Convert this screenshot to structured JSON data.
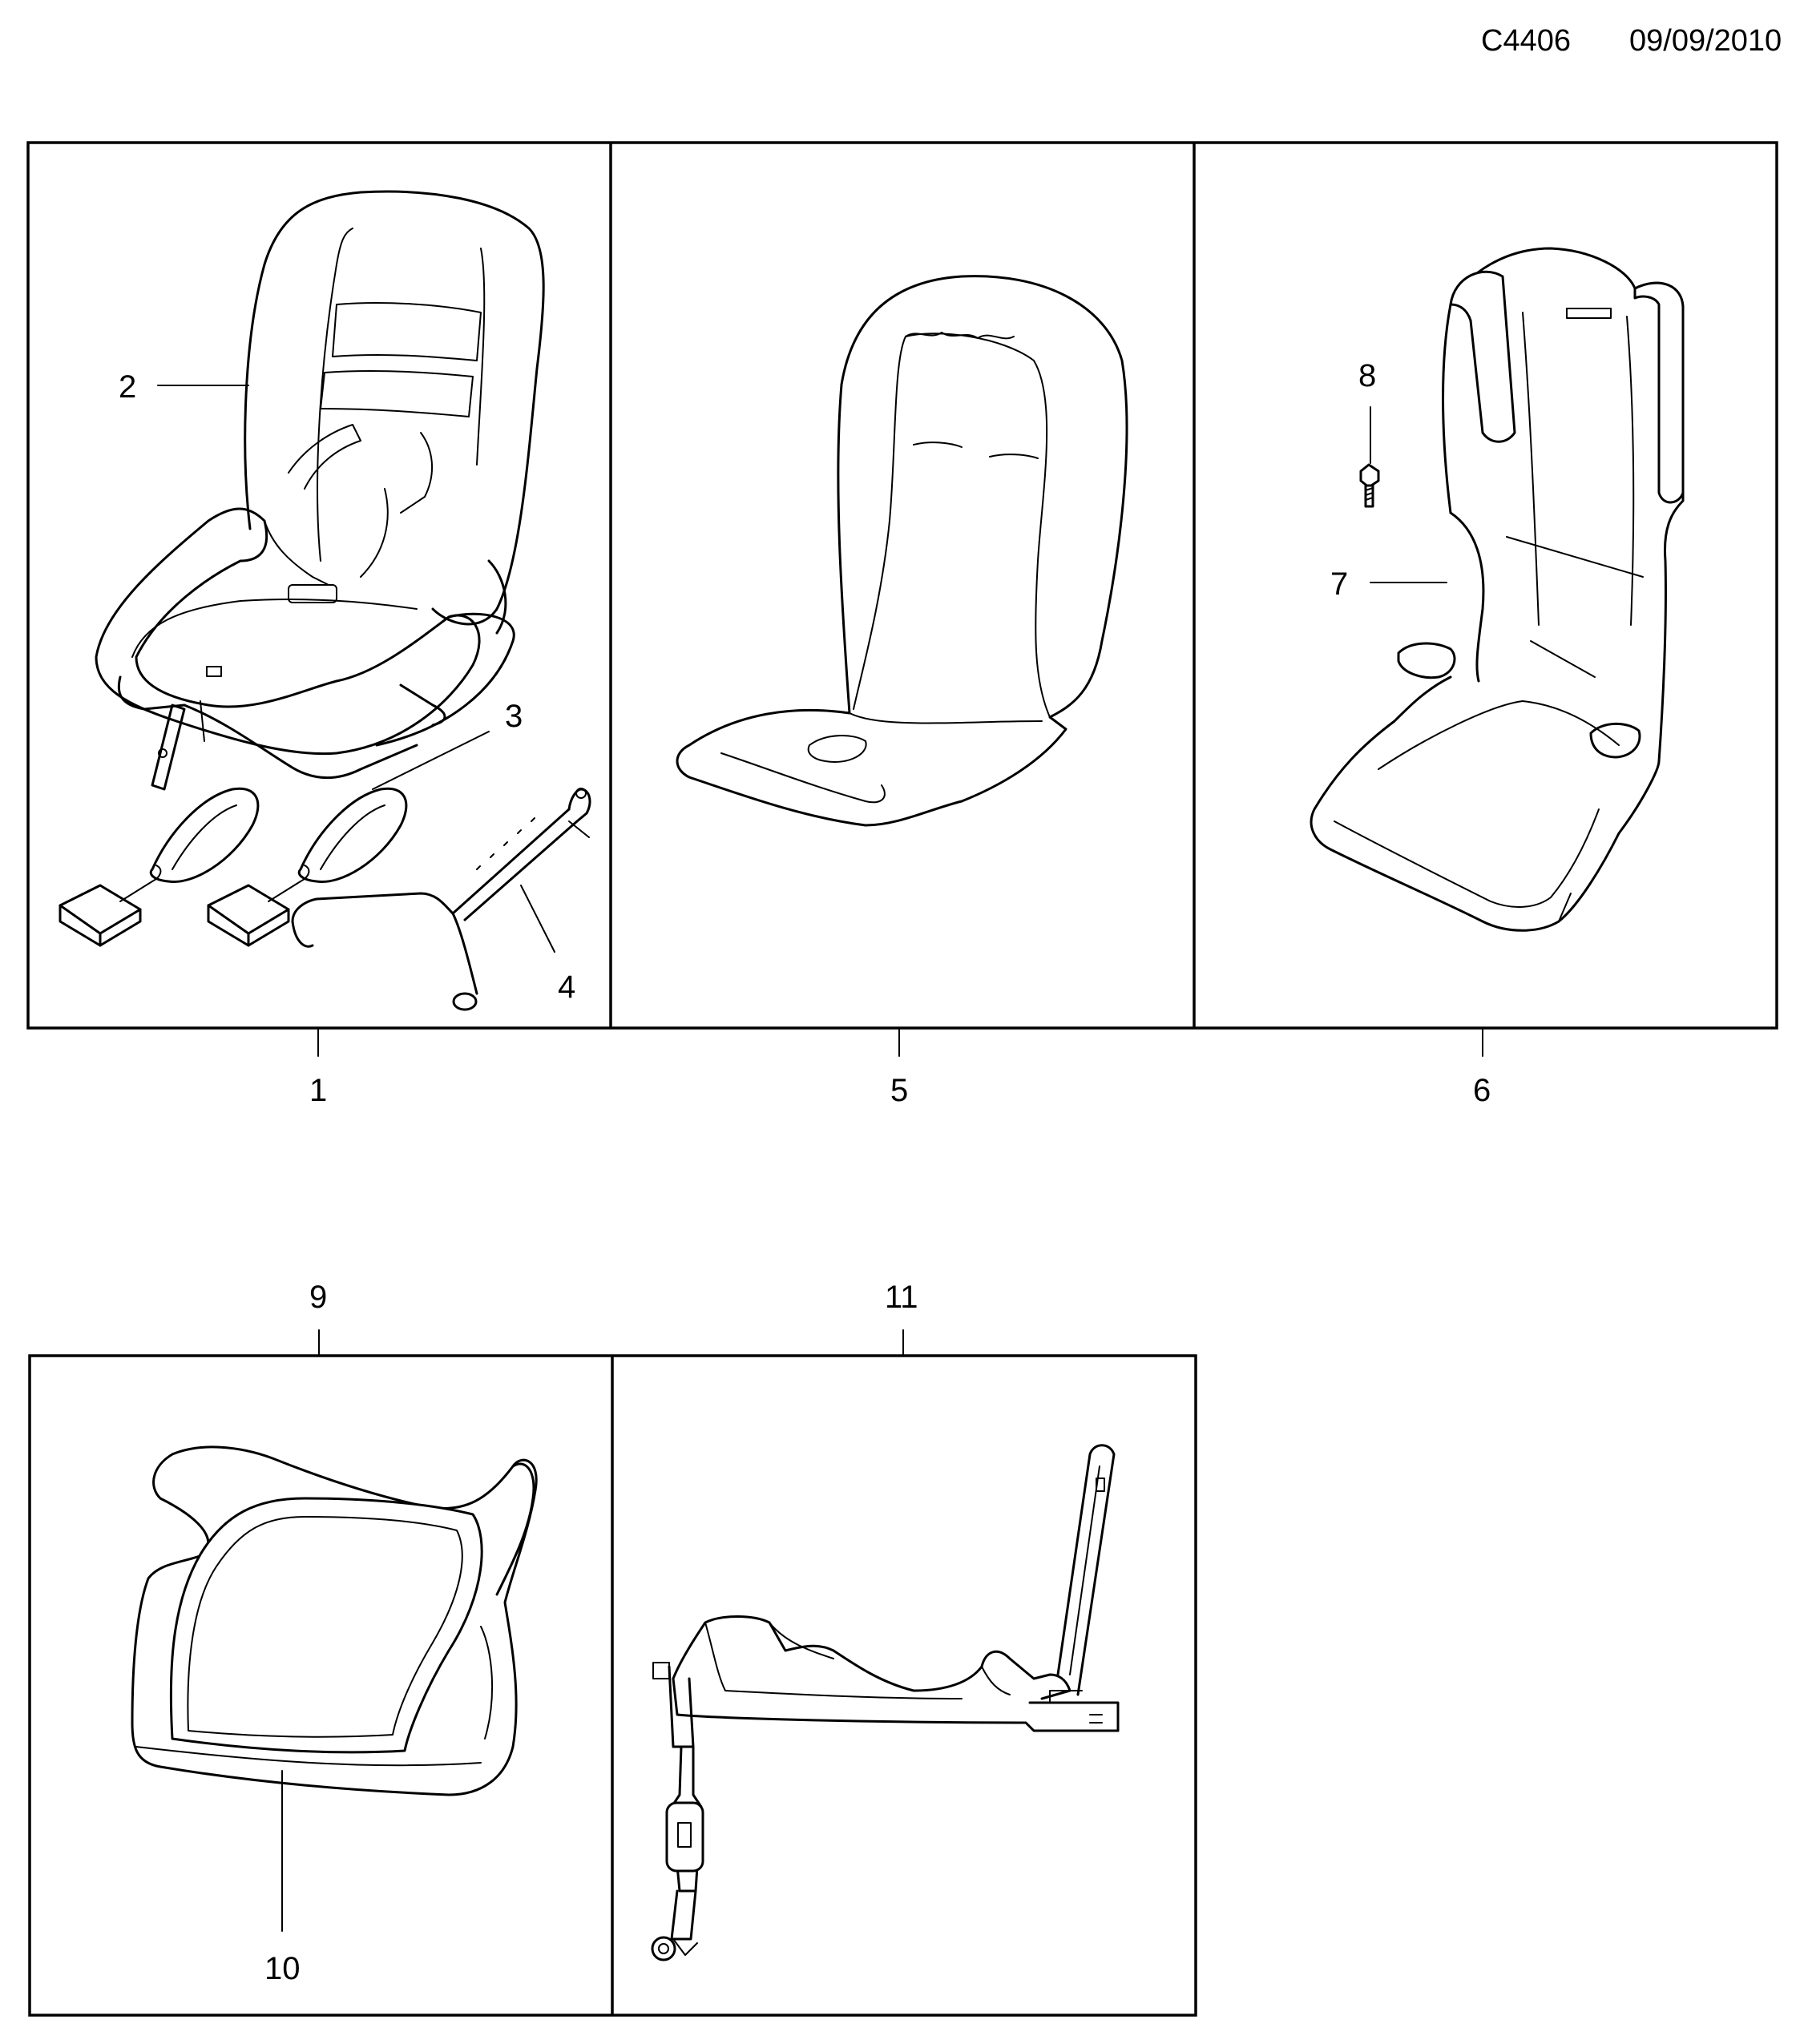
{
  "header": {
    "code": "C4406",
    "date": "09/09/2010"
  },
  "callouts": {
    "c1": "1",
    "c2": "2",
    "c3": "3",
    "c4": "4",
    "c5": "5",
    "c6": "6",
    "c7": "7",
    "c8": "8",
    "c9": "9",
    "c10": "10",
    "c11": "11"
  },
  "parts": [
    {
      "ref": "1",
      "item": "child-seat-assembly",
      "icon": "child-seat-icon"
    },
    {
      "ref": "2",
      "item": "seat-cover",
      "icon": "seat-cover-icon"
    },
    {
      "ref": "3",
      "item": "belt-buckle-straps",
      "icon": "belt-buckle-icon"
    },
    {
      "ref": "4",
      "item": "support-frame",
      "icon": "support-frame-icon"
    },
    {
      "ref": "5",
      "item": "seat-pad",
      "icon": "seat-pad-icon"
    },
    {
      "ref": "6",
      "item": "high-back-booster-seat",
      "icon": "booster-seat-icon"
    },
    {
      "ref": "7",
      "item": "booster-seat-cover",
      "icon": "booster-cover-icon"
    },
    {
      "ref": "8",
      "item": "bolt",
      "icon": "bolt-icon"
    },
    {
      "ref": "9",
      "item": "booster-cushion",
      "icon": "booster-cushion-icon"
    },
    {
      "ref": "10",
      "item": "cushion-cover",
      "icon": "cushion-cover-icon"
    },
    {
      "ref": "11",
      "item": "isofix-base",
      "icon": "isofix-base-icon"
    }
  ]
}
